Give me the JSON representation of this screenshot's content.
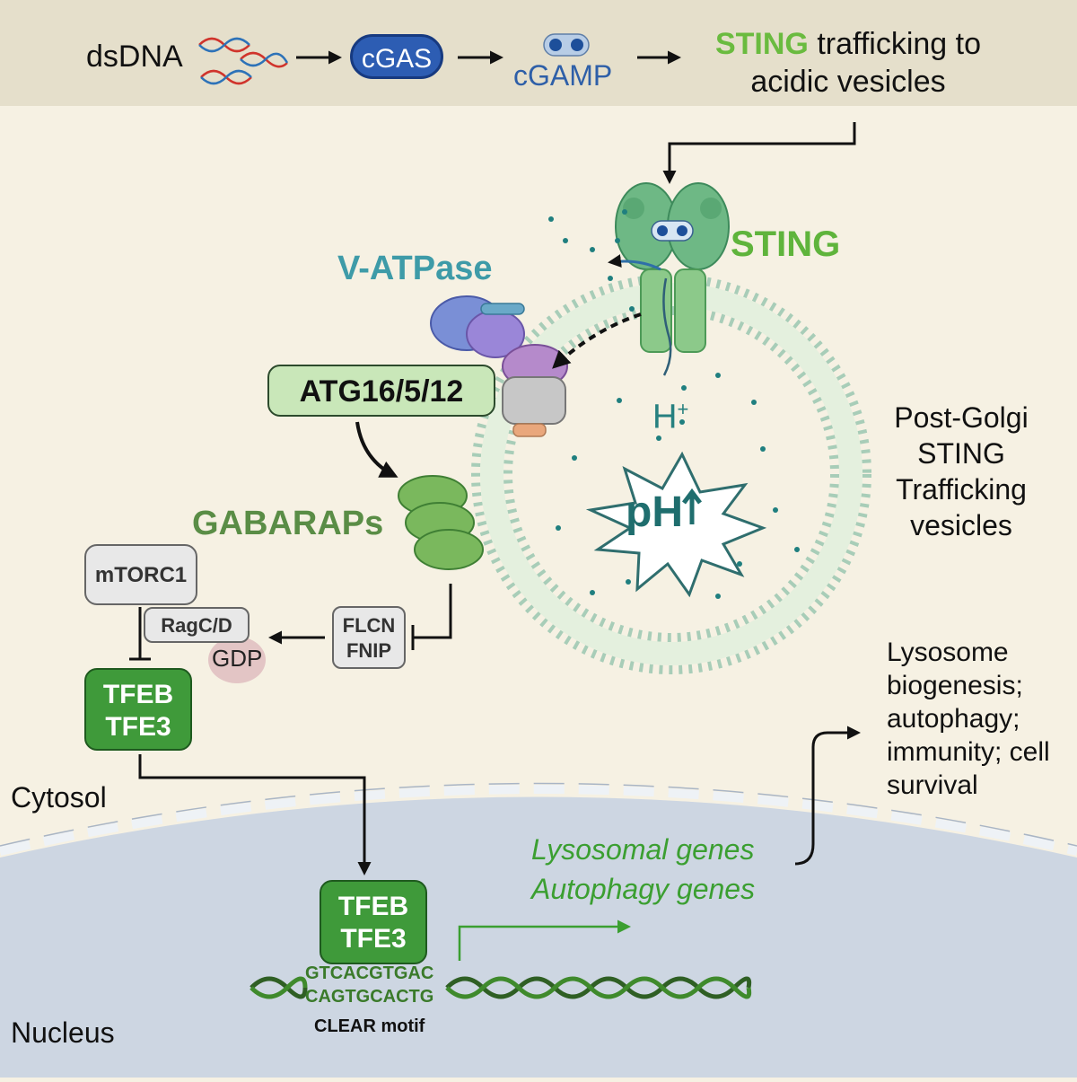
{
  "top": {
    "dsdna": "dsDNA",
    "cgas": "cGAS",
    "cgamp": "cGAMP",
    "sting_word": "STING",
    "trafficking_rest": " trafficking to acidic vesicles"
  },
  "vesicle": {
    "sting": "STING",
    "vatpase": "V-ATPase",
    "atg": "ATG16/5/12",
    "hplus": "H",
    "hplus_sup": "+",
    "ph": "pH",
    "gabaraps": "GABARAPs",
    "postgolgi": "Post-Golgi STING Trafficking vesicles"
  },
  "signaling": {
    "mtorc1": "mTORC1",
    "ragcd": "RagC/D",
    "gdp": "GDP",
    "flcn": "FLCN",
    "fnip": "FNIP",
    "tfeb": "TFEB",
    "tfe3": "TFE3"
  },
  "outcomes": "Lysosome biogenesis; autophagy; immunity; cell survival",
  "compartments": {
    "cytosol": "Cytosol",
    "nucleus": "Nucleus"
  },
  "nucleus": {
    "genes1": "Lysosomal genes",
    "genes2": "Autophagy genes",
    "tfeb": "TFEB",
    "tfe3": "TFE3",
    "seq1": "GTCACGTGAC",
    "seq2": "CAGTGCACTG",
    "clear": "CLEAR motif"
  },
  "colors": {
    "band": "#e5dfcb",
    "cytosol": "#f6f1e3",
    "nucleus": "#cdd6e2",
    "sting_green": "#5fb43c",
    "tfeb_green": "#3f9a3a",
    "vatpase_teal": "#3e9ba8"
  }
}
